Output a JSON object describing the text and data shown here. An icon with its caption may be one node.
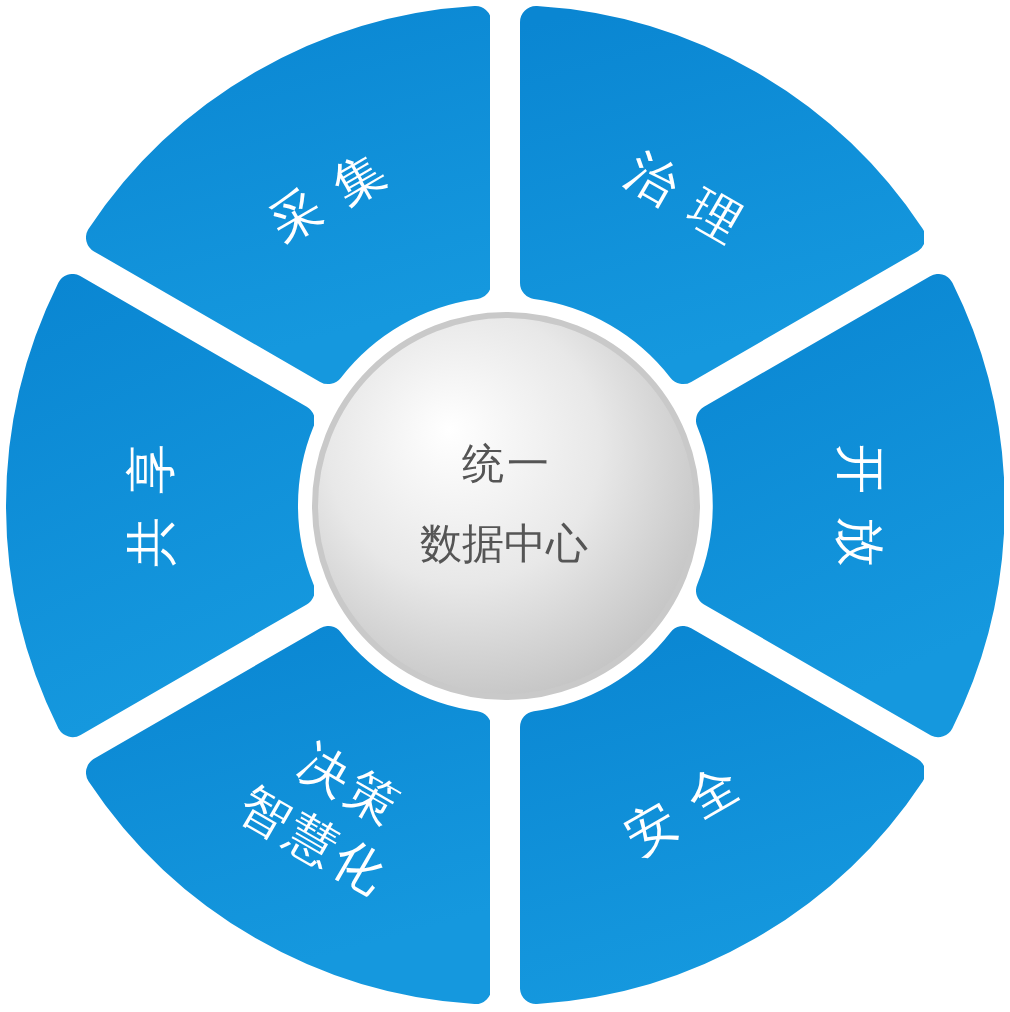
{
  "diagram": {
    "nodes": [
      {
        "text": [
          "统一数据中心"
        ]
      },
      {
        "text": [
          "采集"
        ]
      },
      {
        "text": [
          "治理"
        ]
      },
      {
        "text": [
          "开放"
        ]
      },
      {
        "text": [
          "安全"
        ]
      },
      {
        "text": [
          "决策智慧化"
        ]
      },
      {
        "text": [
          "共享"
        ]
      }
    ]
  }
}
